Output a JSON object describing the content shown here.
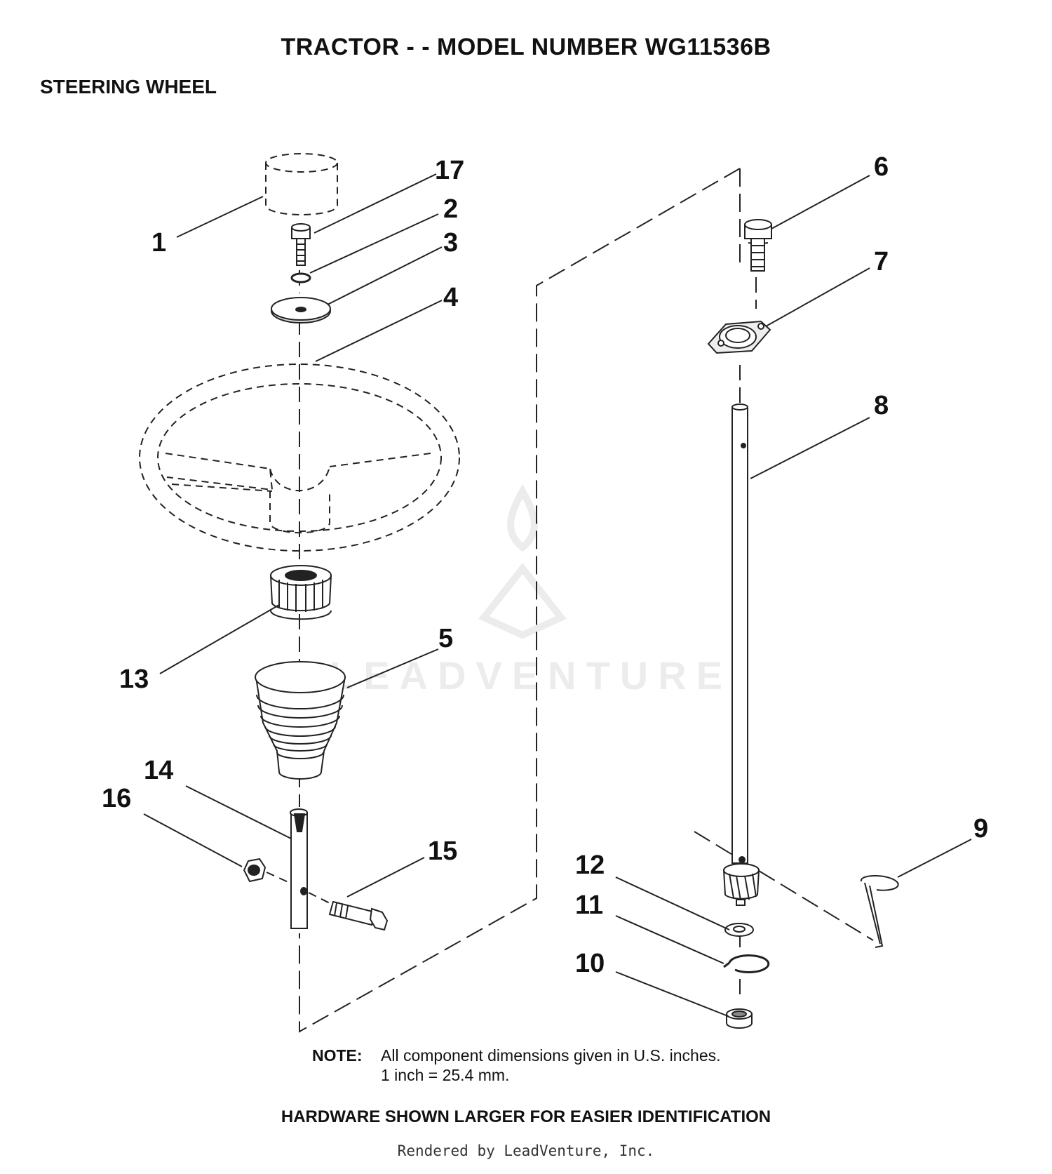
{
  "header": {
    "title": "TRACTOR - - MODEL NUMBER WG11536B",
    "subtitle": "STEERING WHEEL"
  },
  "callouts": [
    "1",
    "2",
    "3",
    "4",
    "5",
    "6",
    "7",
    "8",
    "9",
    "10",
    "11",
    "12",
    "13",
    "14",
    "15",
    "16",
    "17"
  ],
  "note": {
    "label": "NOTE:",
    "line1": "All component dimensions given in U.S. inches.",
    "line2": "1 inch = 25.4 mm."
  },
  "footer": {
    "hardware": "HARDWARE SHOWN LARGER FOR EASIER IDENTIFICATION",
    "rendered_by": "Rendered by LeadVenture, Inc."
  },
  "watermark": "LEADVENTURE"
}
